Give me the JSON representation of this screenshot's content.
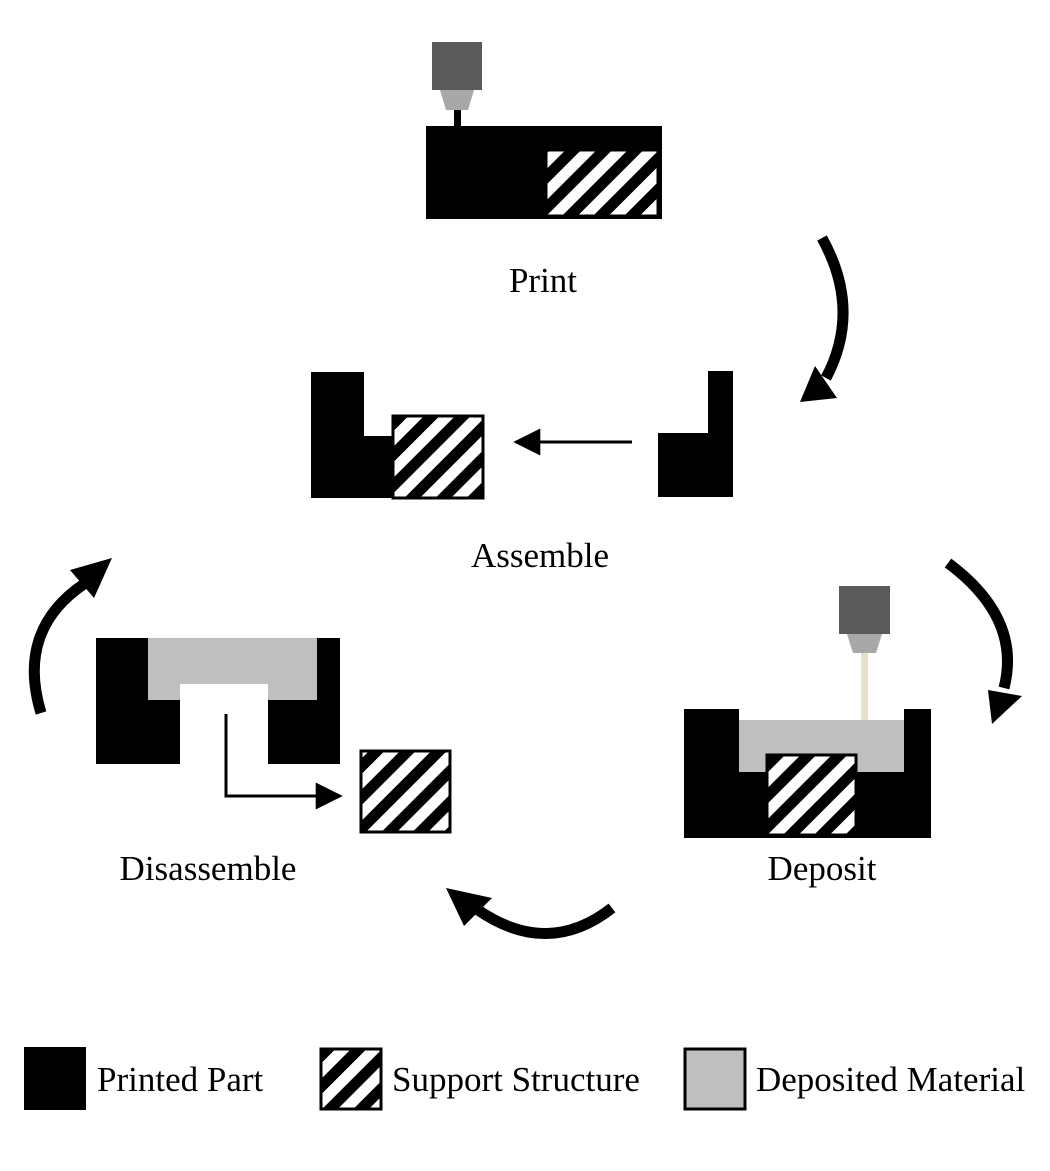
{
  "stages": {
    "print": "Print",
    "assemble": "Assemble",
    "deposit": "Deposit",
    "disassemble": "Disassemble"
  },
  "legend": {
    "printed_part": "Printed Part",
    "support_structure": "Support Structure",
    "deposited_material": "Deposited Material"
  },
  "colors": {
    "printed_part": "#000000",
    "support_hatch": "#000000",
    "support_bg": "#ffffff",
    "deposited_material": "#bfbfbf",
    "nozzle_body": "#5a5a5a",
    "nozzle_tip": "#a8a8a8",
    "deposit_stream": "#e6e0cc"
  }
}
